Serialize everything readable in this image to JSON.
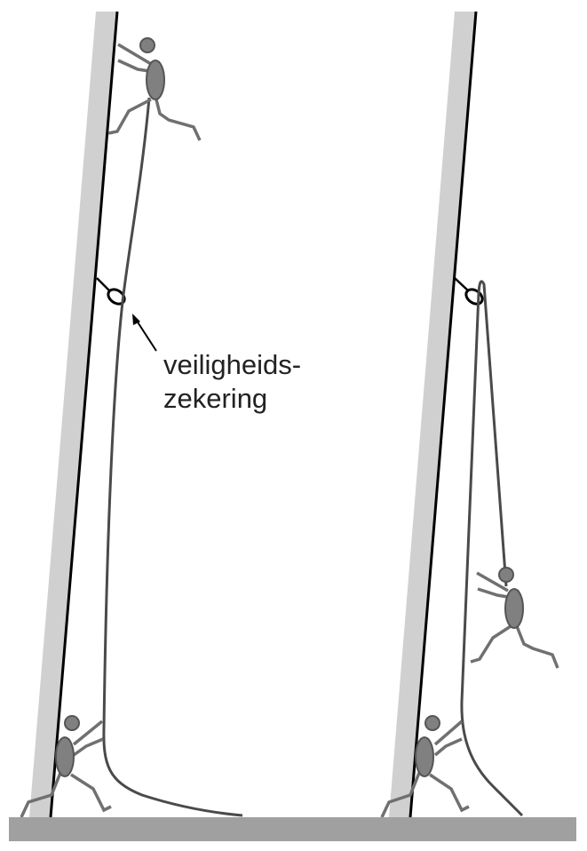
{
  "diagram": {
    "type": "illustration",
    "description": "Two panels showing a climber on a wall with a rope running through a safety anchor, belayed by a second person on the ground. Left: climber above the anchor. Right: climber fallen below the anchor, hanging on the rope.",
    "label": {
      "line1": "veiligheids-",
      "line2": "zekering"
    },
    "panels": [
      {
        "name": "left",
        "climber_position": "above anchor",
        "rope_state": "slack on ground"
      },
      {
        "name": "right",
        "climber_position": "below anchor (fallen)",
        "rope_state": "taut through anchor"
      }
    ],
    "colors": {
      "wall": "#d0d0d0",
      "wall_edge": "#000000",
      "ground": "#a0a0a0",
      "figure_fill": "#808080",
      "figure_stroke": "#555555",
      "limb": "#707070",
      "rope": "#4a4a4a",
      "anchor": "#000000",
      "text": "#222222"
    }
  }
}
